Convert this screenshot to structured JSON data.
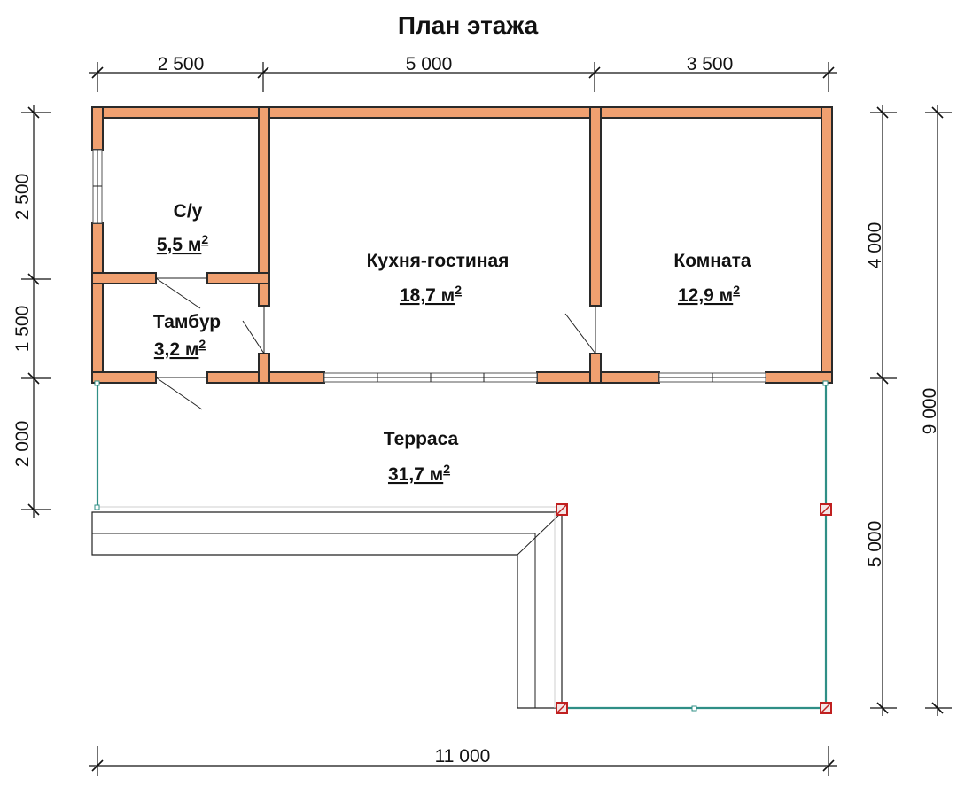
{
  "title": "План этажа",
  "dimensions": {
    "top": [
      "2 500",
      "5 000",
      "3 500"
    ],
    "bottom": "11 000",
    "left": [
      "2 500",
      "1 500",
      "2 000"
    ],
    "right_inner": [
      "4 000",
      "5 000"
    ],
    "right_outer": "9 000"
  },
  "rooms": {
    "bathroom": {
      "name": "С/у",
      "area": "5,5 м",
      "sup": "2"
    },
    "vestibule": {
      "name": "Тамбур",
      "area": "3,2 м",
      "sup": "2"
    },
    "kitchen": {
      "name": "Кухня-гостиная",
      "area": "18,7 м",
      "sup": "2"
    },
    "room": {
      "name": "Комната",
      "area": "12,9 м",
      "sup": "2"
    },
    "terrace": {
      "name": "Терраса",
      "area": "31,7 м",
      "sup": "2"
    }
  },
  "colors": {
    "wall": "#f0a070",
    "rail": "#2f8f86",
    "post": "#c02020"
  }
}
